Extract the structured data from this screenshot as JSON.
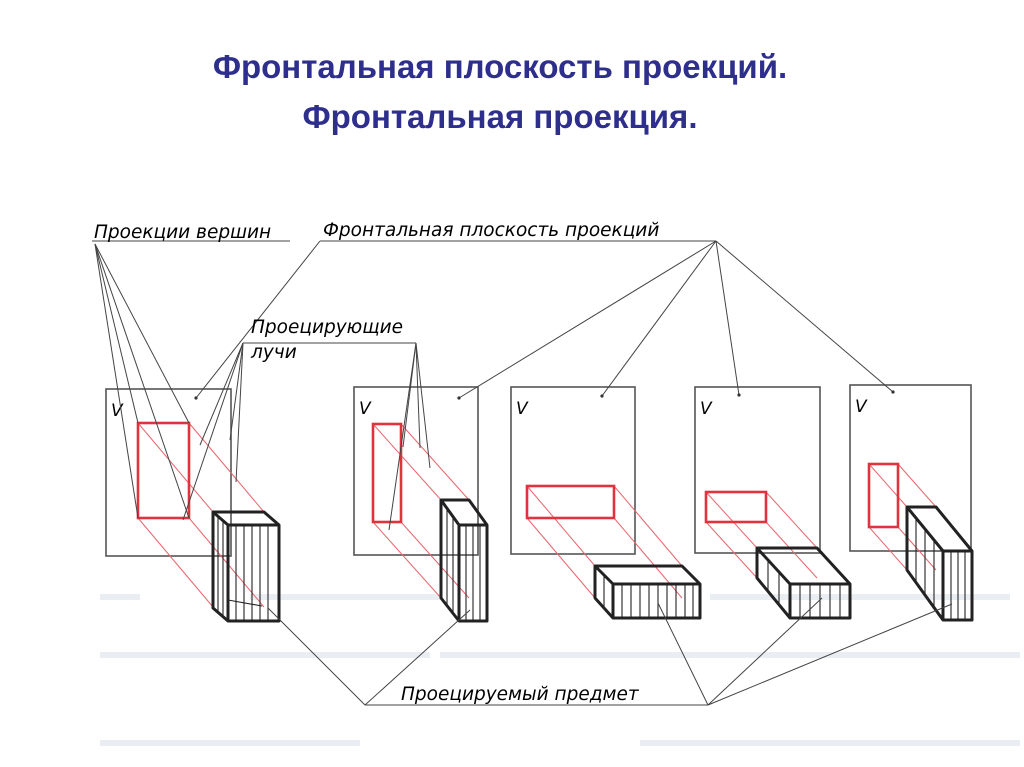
{
  "title": {
    "line1": "Фронтальная плоскость проекций.",
    "line2": "Фронтальная проекция.",
    "color": "#2e2e8c"
  },
  "labels": {
    "vertex_projections": "Проекции вершин",
    "frontal_plane": "Фронтальная плоскость проекций",
    "projecting_rays_1": "Проецирующие",
    "projecting_rays_2": "лучи",
    "projected_object": "Проецируемый предмет"
  },
  "plane_letter": "V",
  "colors": {
    "projection": "#e0333e",
    "rays": "#e8666f",
    "object": "#222222",
    "frame": "#555555"
  }
}
